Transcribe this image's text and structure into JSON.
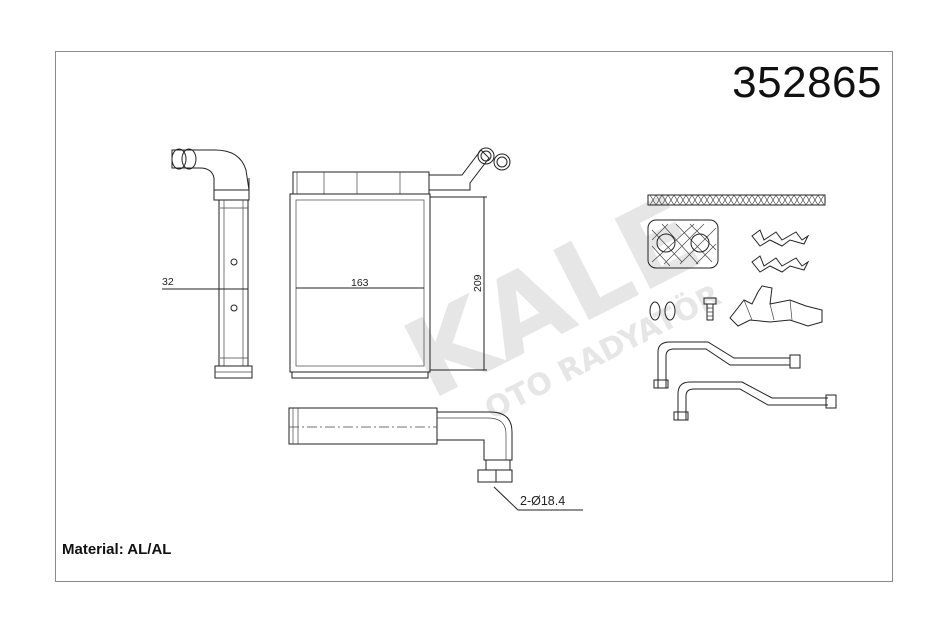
{
  "part_number": "352865",
  "material_label": "Material: AL/AL",
  "watermark": {
    "brand": "KALE",
    "subtitle": "OTO RADYATÖR"
  },
  "dimensions": {
    "depth": "32",
    "width": "163",
    "height": "209",
    "pipe_diameter": "2-Ø18.4"
  },
  "colors": {
    "line": "#222222",
    "frame": "#8a8a8a",
    "watermark": "#e6e6e6"
  }
}
